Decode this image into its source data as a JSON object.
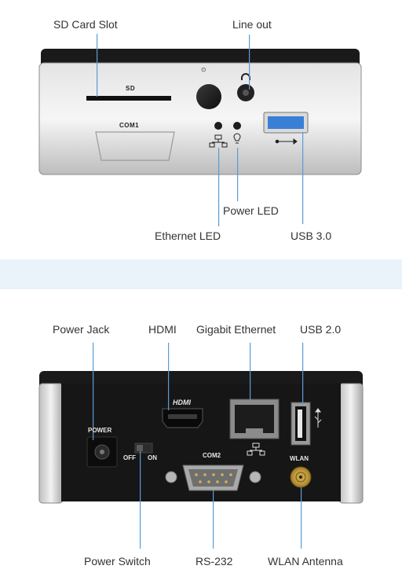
{
  "front": {
    "labels": {
      "sd_card_slot": "SD Card Slot",
      "line_out": "Line out",
      "power_led": "Power LED",
      "ethernet_led": "Ethernet LED",
      "usb30": "USB 3.0"
    },
    "panel_text": {
      "sd": "SD",
      "com1": "COM1"
    }
  },
  "rear": {
    "labels": {
      "power_jack": "Power Jack",
      "hdmi": "HDMI",
      "gigabit_ethernet": "Gigabit Ethernet",
      "usb20": "USB 2.0",
      "power_switch": "Power Switch",
      "rs232": "RS-232",
      "wlan_antenna": "WLAN Antenna"
    },
    "panel_text": {
      "power": "POWER",
      "off": "OFF",
      "on": "ON",
      "com2": "COM2",
      "wlan": "WLAN",
      "hdmi_logo": "HDMI"
    }
  },
  "colors": {
    "leader": "#5a9bd6",
    "band": "#eaf2fa",
    "usb3_blue": "#3a7fd6"
  }
}
